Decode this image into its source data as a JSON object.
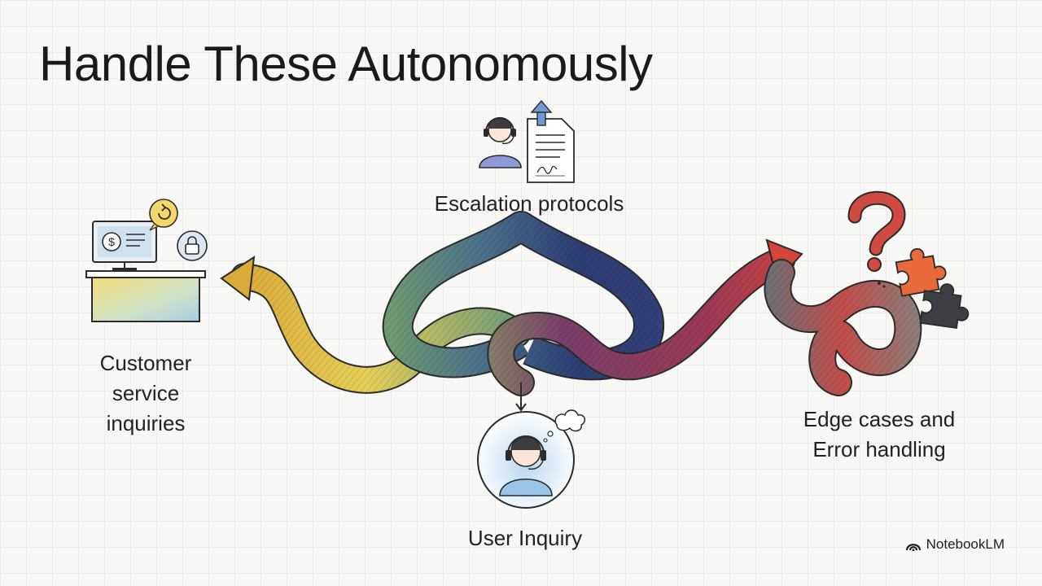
{
  "slide": {
    "title": "Handle These Autonomously"
  },
  "nodes": {
    "customer_service": {
      "label_line1": "Customer",
      "label_line2": "service",
      "label_line3": "inquiries"
    },
    "escalation": {
      "label": "Escalation protocols"
    },
    "edge_cases": {
      "label_line1": "Edge cases and",
      "label_line2": "Error handling"
    },
    "user_inquiry": {
      "label": "User Inquiry"
    }
  },
  "icons": {
    "customer_service": [
      "monitor-icon",
      "dollar-chat-icon",
      "refresh-bubble-icon",
      "lock-bubble-icon",
      "desk-icon"
    ],
    "escalation": [
      "agent-headset-icon",
      "upload-document-icon"
    ],
    "edge_cases": [
      "question-mark-icon",
      "puzzle-piece-icon"
    ],
    "user_inquiry": [
      "user-headset-icon",
      "thought-bubble-icon"
    ]
  },
  "colors": {
    "yellow_path": "#e3c64d",
    "green_path": "#7f9a68",
    "navy_path": "#2c3d72",
    "purple_path": "#7a3f6a",
    "red_path": "#d5443a",
    "grey_path": "#6b7177",
    "puzzle_orange": "#e86a3c",
    "puzzle_dark": "#3c3e44",
    "question_red": "#cf4a42"
  },
  "brand": {
    "name": "NotebookLM"
  }
}
